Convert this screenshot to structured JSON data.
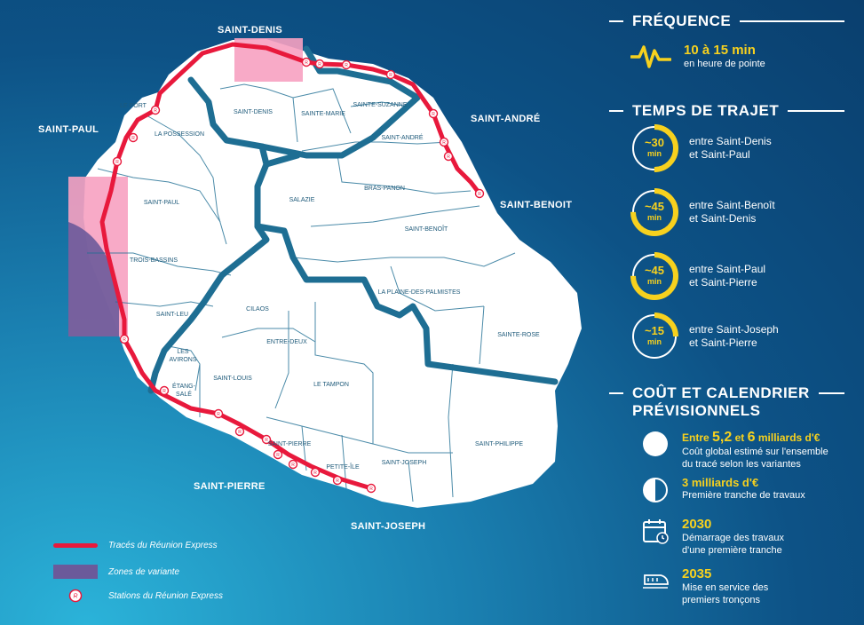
{
  "colors": {
    "accent": "#f7d11e",
    "route": "#e8193c",
    "variant_zone": "#f7a1c1",
    "road": "#1e6e93",
    "island": "#ffffff"
  },
  "cities": {
    "saint_denis": "SAINT-DENIS",
    "saint_paul": "SAINT-PAUL",
    "saint_andre": "SAINT-ANDRÉ",
    "saint_benoit": "SAINT-BENOIT",
    "saint_pierre": "SAINT-PIERRE",
    "saint_joseph": "SAINT-JOSEPH"
  },
  "communes": {
    "le_port": "LE PORT",
    "la_possession": "LA POSSESSION",
    "saint_denis": "SAINT-DENIS",
    "sainte_marie": "SAINTE-MARIE",
    "sainte_suzanne": "SAINTE-SUZANNE",
    "saint_andre": "SAINT-ANDRÉ",
    "saint_paul": "SAINT-PAUL",
    "salazie": "SALAZIE",
    "bras_panon": "BRAS-PANON",
    "saint_benoit": "SAINT-BENOÎT",
    "trois_bassins": "TROIS-BASSINS",
    "saint_leu": "SAINT-LEU",
    "cilaos": "CILAOS",
    "la_plaine": "LA PLAINE-DES-PALMISTES",
    "sainte_rose": "SAINTE-ROSE",
    "les_avirons_1": "LES",
    "les_avirons_2": "AVIRONS",
    "entre_deux": "ENTRE-DEUX",
    "etang_sale_1": "ÉTANG-",
    "etang_sale_2": "SALÉ",
    "saint_louis": "SAINT-LOUIS",
    "le_tampon": "LE TAMPON",
    "saint_pierre": "SAINT-PIERRE",
    "petite_ile": "PETITE-ÎLE",
    "saint_joseph": "SAINT-JOSEPH",
    "saint_philippe": "SAINT-PHILIPPE"
  },
  "station_symbol": "R",
  "legend": {
    "route": "Tracés du Réunion Express",
    "zones": "Zones de variante",
    "stations": "Stations du Réunion Express"
  },
  "frequence": {
    "title": "FRÉQUENCE",
    "value": "10 à 15 min",
    "sub": "en heure de pointe",
    "icon": "pulse-icon"
  },
  "temps": {
    "title": "TEMPS DE TRAJET",
    "rows": [
      {
        "time": "~30",
        "unit": "min",
        "line1": "entre Saint-Denis",
        "line2": "et Saint-Paul",
        "fraction": 0.5
      },
      {
        "time": "~45",
        "unit": "min",
        "line1": "entre Saint-Benoît",
        "line2": "et Saint-Denis",
        "fraction": 0.75
      },
      {
        "time": "~45",
        "unit": "min",
        "line1": "entre Saint-Paul",
        "line2": "et Saint-Pierre",
        "fraction": 0.75
      },
      {
        "time": "~15",
        "unit": "min",
        "line1": "entre Saint-Joseph",
        "line2": "et Saint-Pierre",
        "fraction": 0.25
      }
    ]
  },
  "cout": {
    "title1": "COÛT ET CALENDRIER",
    "title2": "PRÉVISIONNELS",
    "items": [
      {
        "icon": "full-circle-icon",
        "headline_pre": "Entre ",
        "headline_a": "5,2",
        "headline_mid": " et ",
        "headline_b": "6",
        "headline_post": " milliards d'€",
        "line1": "Coût global estimé sur l'ensemble",
        "line2": "du tracé selon les variantes"
      },
      {
        "icon": "half-circle-icon",
        "headline": "3 milliards d'€",
        "line1": "Première tranche de travaux",
        "line2": ""
      },
      {
        "icon": "calendar-icon",
        "headline": "2030",
        "line1": "Démarrage des travaux",
        "line2": "d'une première tranche"
      },
      {
        "icon": "train-icon",
        "headline": "2035",
        "line1": "Mise en service des",
        "line2": "premiers tronçons"
      }
    ]
  }
}
